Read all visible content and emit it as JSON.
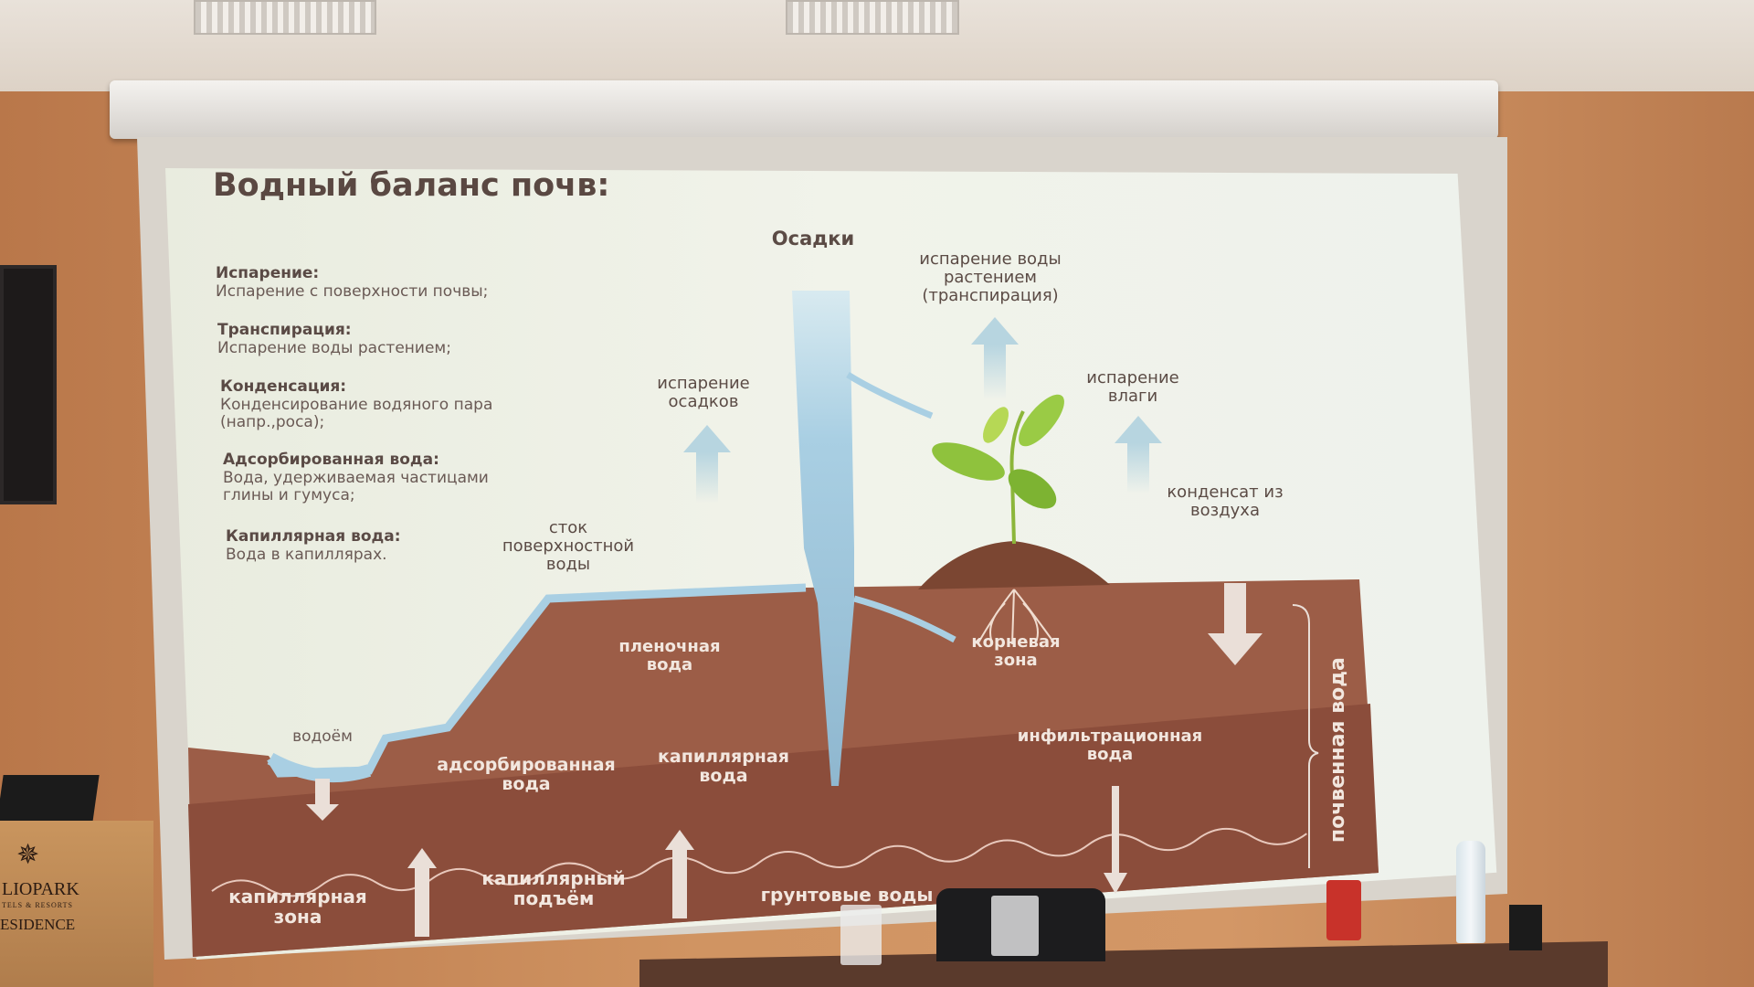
{
  "slide": {
    "title": "Водный баланс почв:",
    "definitions": [
      {
        "term": "Испарение:",
        "text": "Испарение с поверхности почвы;"
      },
      {
        "term": "Транспирация:",
        "text": "Испарение воды растением;"
      },
      {
        "term": "Конденсация:",
        "text": "Конденсирование водяного пара (напр.,роса);"
      },
      {
        "term": "Адсорбированная вода:",
        "text": "Вода, удерживаемая частицами глины и гумуса;"
      },
      {
        "term": "Капиллярная вода:",
        "text": "Вода в капиллярах."
      }
    ],
    "labels": {
      "precipitation": "Осадки",
      "transpiration": "испарение воды растением (транспирация)",
      "precip_evaporation": "испарение осадков",
      "moisture_evaporation": "испарение влаги",
      "condensate": "конденсат из воздуха",
      "runoff": "сток поверхностной воды",
      "film_water": "пленочная вода",
      "root_zone": "корневая зона",
      "reservoir": "водоём",
      "adsorbed_water": "адсорбированная вода",
      "capillary_water": "капиллярная вода",
      "infiltration_water": "инфильтрационная вода",
      "soil_water": "почвенная вода",
      "capillary_zone": "капиллярная зона",
      "capillary_rise": "капиллярный подъём",
      "groundwater": "грунтовые воды"
    }
  },
  "room": {
    "podium_logo": "LIOPARK",
    "podium_sub": "TELS & RESORTS",
    "podium_residence": "ESIDENCE"
  },
  "colors": {
    "soil": "#9a5a45",
    "soil_dark": "#8a4c3a",
    "water": "#a9cfe3",
    "wall": "#c7875a"
  }
}
